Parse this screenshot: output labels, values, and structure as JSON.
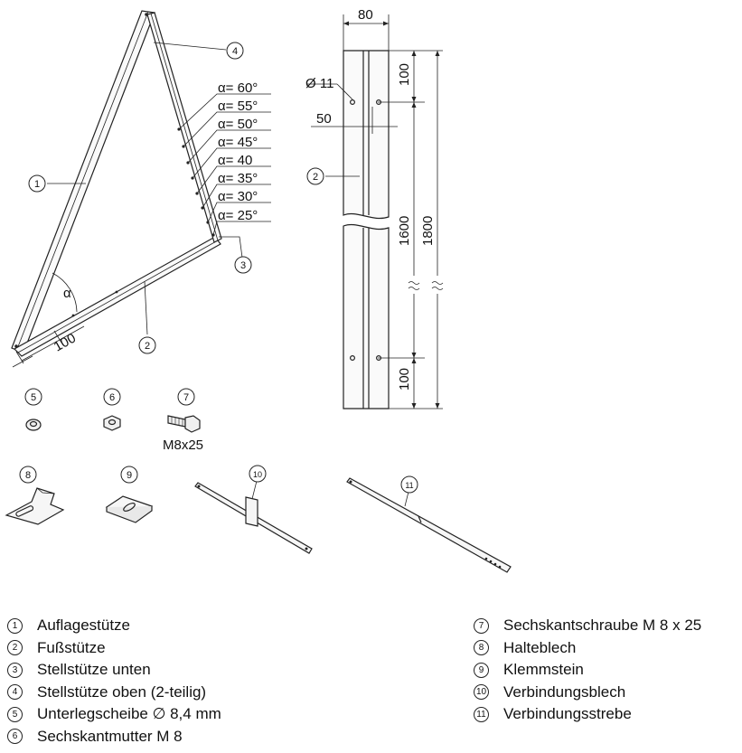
{
  "frame": {
    "angles": [
      "α= 60°",
      "α= 55°",
      "α= 50°",
      "α= 45°",
      "α= 40",
      "α= 35°",
      "α= 30°",
      "α= 25°"
    ],
    "angle_symbol": "α",
    "dim_length": "100"
  },
  "profile": {
    "width": "80",
    "hole_diameter": "Ø 11",
    "hole_offset": "50",
    "dim_top": "100",
    "dim_mid": "1600",
    "dim_total": "1800",
    "dim_bottom": "100"
  },
  "callouts": {
    "c1": "1",
    "c2": "2",
    "c3": "3",
    "c4": "4",
    "c5": "5",
    "c6": "6",
    "c7": "7",
    "c8": "8",
    "c9": "9",
    "c10": "10",
    "c11": "11",
    "c2b": "2"
  },
  "bolt_label": "M8x25",
  "legend_left": [
    {
      "num": "1",
      "text": "Auflagestütze"
    },
    {
      "num": "2",
      "text": "Fußstütze"
    },
    {
      "num": "3",
      "text": "Stellstütze unten"
    },
    {
      "num": "4",
      "text": "Stellstütze oben (2-teilig)"
    },
    {
      "num": "5",
      "text": "Unterlegscheibe ∅ 8,4 mm"
    },
    {
      "num": "6",
      "text": "Sechskantmutter M 8"
    }
  ],
  "legend_right": [
    {
      "num": "7",
      "text": "Sechskantschraube M 8 x 25"
    },
    {
      "num": "8",
      "text": "Halteblech"
    },
    {
      "num": "9",
      "text": "Klemmstein"
    },
    {
      "num": "10",
      "text": "Verbindungsblech"
    },
    {
      "num": "11",
      "text": "Verbindungsstrebe"
    }
  ]
}
